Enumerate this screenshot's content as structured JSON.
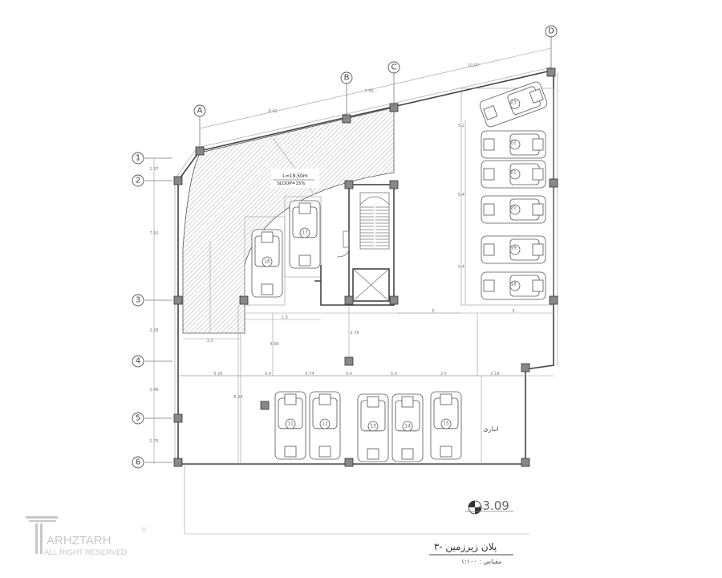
{
  "drawing": {
    "title": "پلان زیرزمین -۳",
    "scale": "مقیاس : ۱:۱۰۰",
    "elevation": "-3.09",
    "ramp_length": "L=19.50m",
    "ramp_slope": "SLOOP=15%",
    "storage_label": "انباری",
    "grid_rows": [
      "1",
      "2",
      "3",
      "4",
      "5",
      "6"
    ],
    "grid_cols": [
      "A",
      "B",
      "C",
      "D"
    ],
    "cars": [
      "23",
      "22",
      "21",
      "20",
      "19",
      "18",
      "17",
      "16",
      "11",
      "12",
      "13",
      "14",
      "15"
    ],
    "dims": [
      "9.41",
      "7.56",
      "10.07",
      "1.37",
      "7.10",
      "2.28",
      "2.46",
      "2.70",
      "5.2",
      "5.4",
      "5.4",
      "1.5",
      "2.5",
      "2.78",
      "4.99",
      "5",
      "5",
      "5.25",
      "0.4",
      "5.74",
      "0.4",
      "5.0",
      "2.5",
      "2.18",
      "8.24"
    ]
  },
  "watermark": {
    "brand": "ARHZTARH",
    "rights": "ALL RIGHT RESERVED"
  }
}
